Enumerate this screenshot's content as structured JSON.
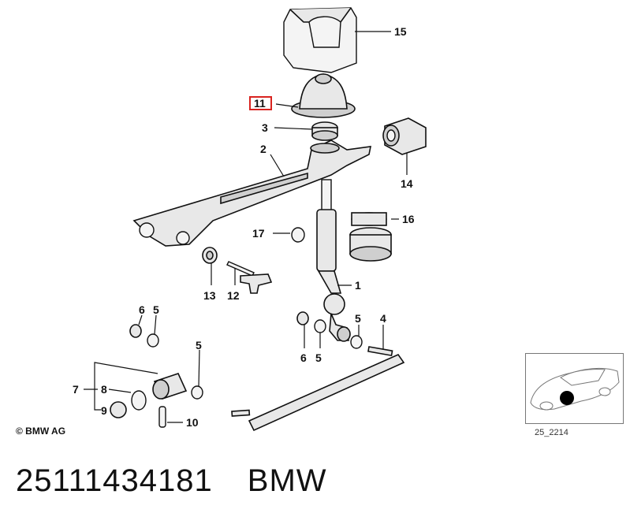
{
  "callouts": [
    {
      "id": "c1",
      "label": "1"
    },
    {
      "id": "c2",
      "label": "2"
    },
    {
      "id": "c3",
      "label": "3"
    },
    {
      "id": "c4",
      "label": "4"
    },
    {
      "id": "c5a",
      "label": "5"
    },
    {
      "id": "c5b",
      "label": "5"
    },
    {
      "id": "c5c",
      "label": "5"
    },
    {
      "id": "c5d",
      "label": "5"
    },
    {
      "id": "c6a",
      "label": "6"
    },
    {
      "id": "c6b",
      "label": "6"
    },
    {
      "id": "c7",
      "label": "7"
    },
    {
      "id": "c8",
      "label": "8"
    },
    {
      "id": "c9",
      "label": "9"
    },
    {
      "id": "c10",
      "label": "10"
    },
    {
      "id": "c11",
      "label": "11"
    },
    {
      "id": "c12",
      "label": "12"
    },
    {
      "id": "c13",
      "label": "13"
    },
    {
      "id": "c14",
      "label": "14"
    },
    {
      "id": "c15",
      "label": "15"
    },
    {
      "id": "c16",
      "label": "16"
    },
    {
      "id": "c17",
      "label": "17"
    }
  ],
  "highlighted_callout": "11",
  "highlight_color": "#d9231f",
  "copyright": "© BMW AG",
  "thumbnail_code": "25_2214",
  "footer": {
    "part_number": "25111434181",
    "brand": "BMW"
  }
}
